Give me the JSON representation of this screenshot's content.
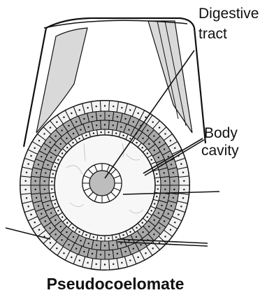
{
  "diagram": {
    "title": "Pseudocoelomate",
    "labels": {
      "digestive_tract": [
        "Digestive",
        "tract"
      ],
      "body_cavity": [
        "Body",
        "cavity"
      ]
    },
    "colors": {
      "outline": "#111111",
      "tube_shade": "#d9d9d9",
      "outer_cells": "#f2f2f2",
      "middle_cells": "#a9a9a9",
      "cavity": "#f7f7f7",
      "gut_wall": "#ffffff",
      "gut_lumen": "#bdbdbd",
      "background": "#ffffff"
    }
  }
}
